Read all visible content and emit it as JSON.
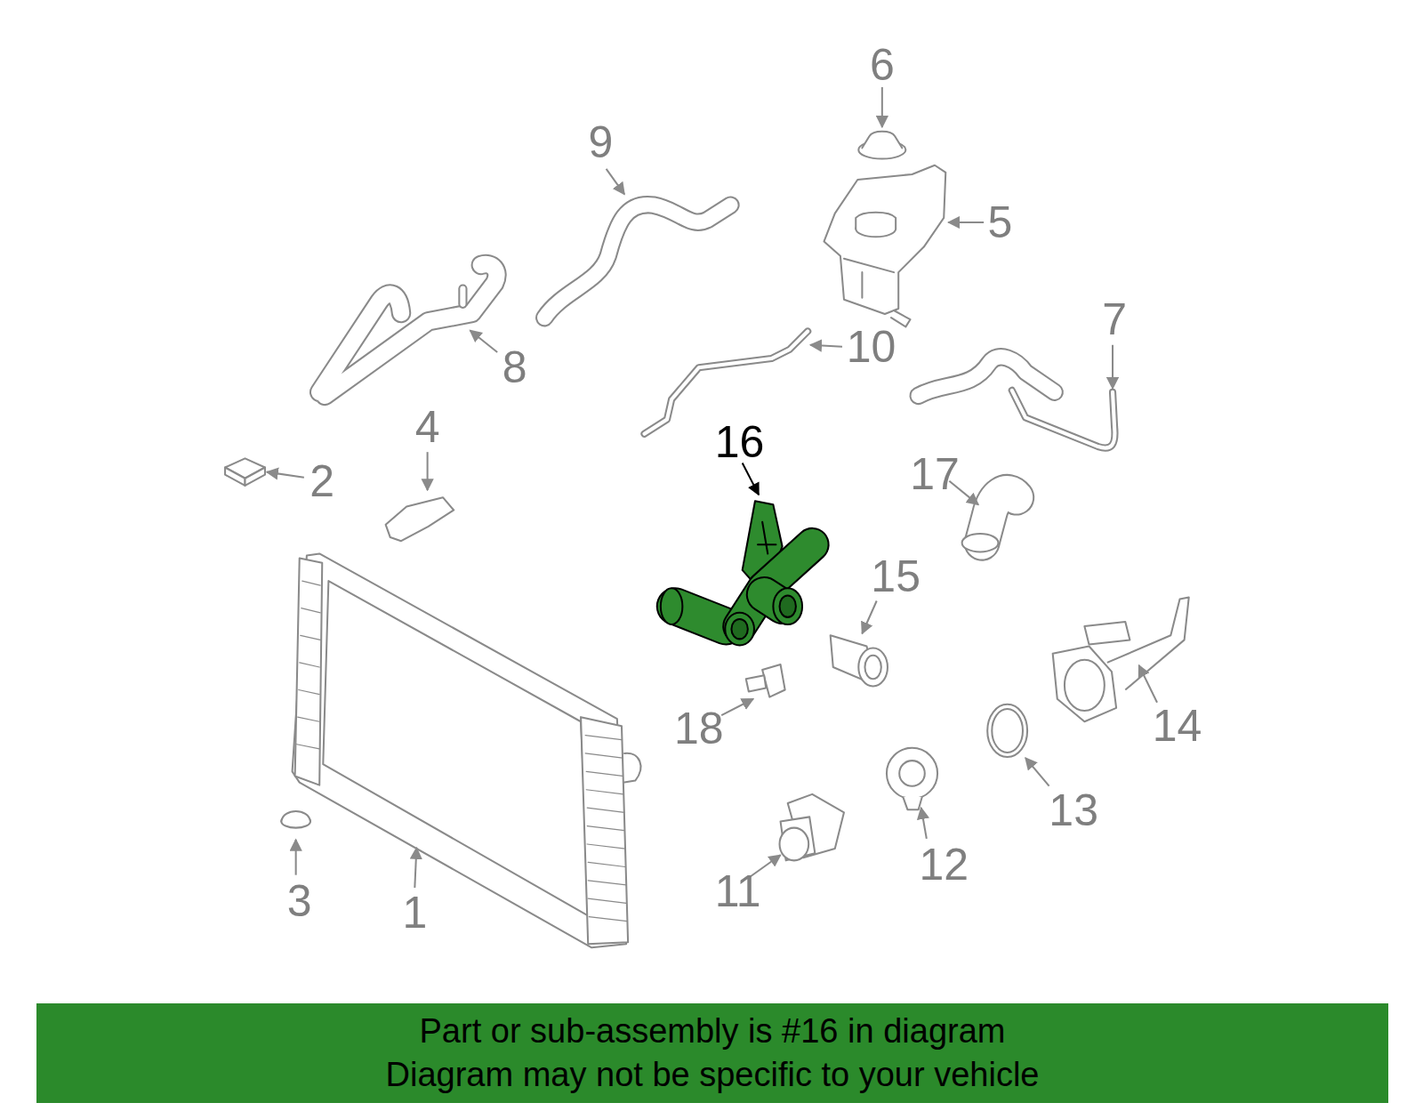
{
  "diagram": {
    "nodes": [
      {
        "text": [
          "Part or sub-assembly is #16 in diagram",
          "Diagram may not be specific to your vehicle"
        ]
      }
    ],
    "labels": [
      "6",
      "9",
      "5",
      "7",
      "10",
      "8",
      "16",
      "4",
      "2",
      "17",
      "15",
      "18",
      "14",
      "13",
      "12",
      "11",
      "3",
      "1"
    ]
  }
}
